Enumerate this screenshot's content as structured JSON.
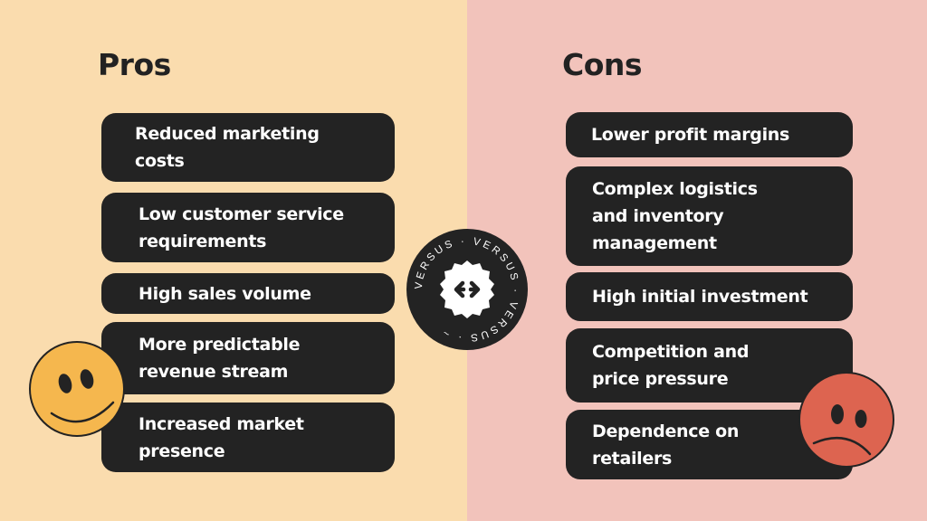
{
  "pros": {
    "title": "Pros",
    "items": [
      "Reduced marketing costs",
      "Low customer service requirements",
      "High sales volume",
      "More predictable revenue stream",
      "Increased market presence"
    ]
  },
  "cons": {
    "title": "Cons",
    "items": [
      "Lower profit margins",
      "Complex logistics and inventory management",
      "High initial investment",
      "Competition and price pressure",
      "Dependence on retailers"
    ]
  },
  "badge": {
    "ring_text": "VERSUS · VERSUS · VERSUS ~",
    "icon": "arrows-left-right-icon"
  },
  "colors": {
    "pros_bg": "#fadcae",
    "cons_bg": "#f2c3bb",
    "box": "#232323",
    "happy_face": "#f5b74e",
    "sad_face": "#dd6450"
  }
}
